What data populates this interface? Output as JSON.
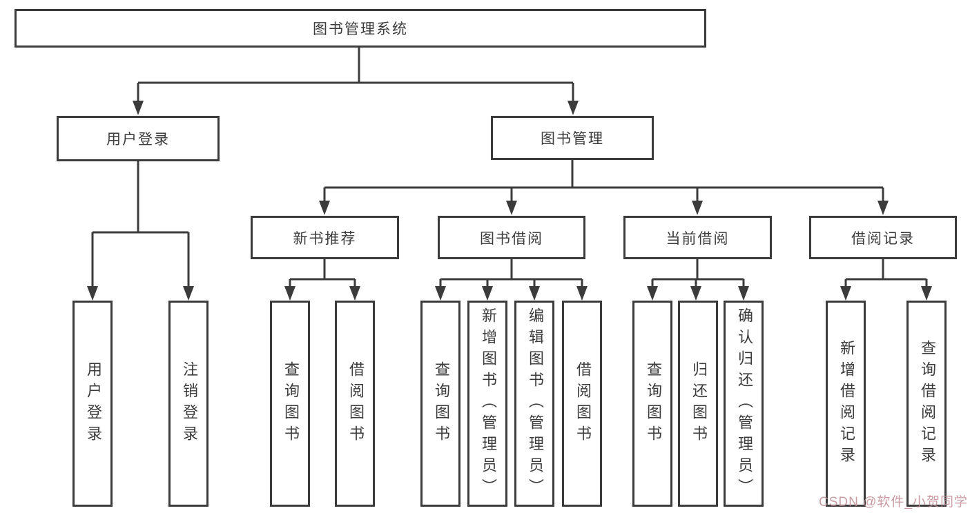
{
  "colors": {
    "line": "#3b3b3b",
    "text": "#3c3c3c",
    "background": "#ffffff",
    "watermark": "#c08d94"
  },
  "watermark": {
    "text": "CSDN @软件_小贺同学"
  },
  "tree": {
    "label": "图书管理系统",
    "children": [
      {
        "label": "用户登录",
        "children": [
          {
            "label": "用户登录"
          },
          {
            "label": "注销登录"
          }
        ]
      },
      {
        "label": "图书管理",
        "children": [
          {
            "label": "新书推荐",
            "children": [
              {
                "label": "查询图书"
              },
              {
                "label": "借阅图书"
              }
            ]
          },
          {
            "label": "图书借阅",
            "children": [
              {
                "label": "查询图书"
              },
              {
                "label": "新增图书（管理员）"
              },
              {
                "label": "编辑图书（管理员）"
              },
              {
                "label": "借阅图书"
              }
            ]
          },
          {
            "label": "当前借阅",
            "children": [
              {
                "label": "查询图书"
              },
              {
                "label": "归还图书"
              },
              {
                "label": "确认归还（管理员）"
              }
            ]
          },
          {
            "label": "借阅记录",
            "children": [
              {
                "label": "新增借阅记录"
              },
              {
                "label": "查询借阅记录"
              }
            ]
          }
        ]
      }
    ]
  }
}
